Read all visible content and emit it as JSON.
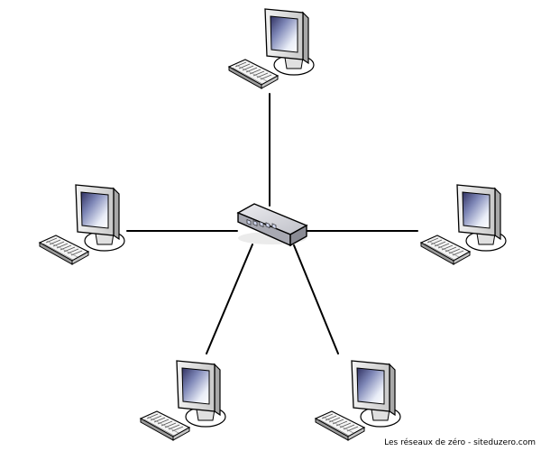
{
  "diagram": {
    "topology": "star",
    "hub": {
      "name": "switch",
      "icon": "network-switch-icon"
    },
    "nodes": [
      {
        "id": "top",
        "icon": "computer-icon"
      },
      {
        "id": "left",
        "icon": "computer-icon"
      },
      {
        "id": "right",
        "icon": "computer-icon"
      },
      {
        "id": "bottom-left",
        "icon": "computer-icon"
      },
      {
        "id": "bottom-right",
        "icon": "computer-icon"
      }
    ],
    "colors": {
      "line": "#000000",
      "monitor_body": "#e3e3e3",
      "screen_dark": "#2d2d5a",
      "screen_light": "#e8ecf6",
      "switch_body": "#d6d6dc"
    }
  },
  "footer": {
    "credit": "Les réseaux de zéro - siteduzero.com"
  }
}
